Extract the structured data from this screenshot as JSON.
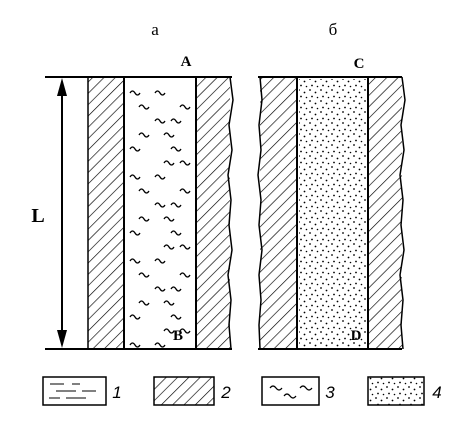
{
  "panels": [
    {
      "caption": "а",
      "top_label": "A",
      "bottom_label": "B",
      "fill": "wavy"
    },
    {
      "caption": "б",
      "top_label": "C",
      "bottom_label": "D",
      "fill": "dotted"
    }
  ],
  "dimension": {
    "label": "L"
  },
  "legend": [
    {
      "number": "1",
      "pattern": "dashed"
    },
    {
      "number": "2",
      "pattern": "hatched"
    },
    {
      "number": "3",
      "pattern": "wavy"
    },
    {
      "number": "4",
      "pattern": "dotted"
    }
  ]
}
